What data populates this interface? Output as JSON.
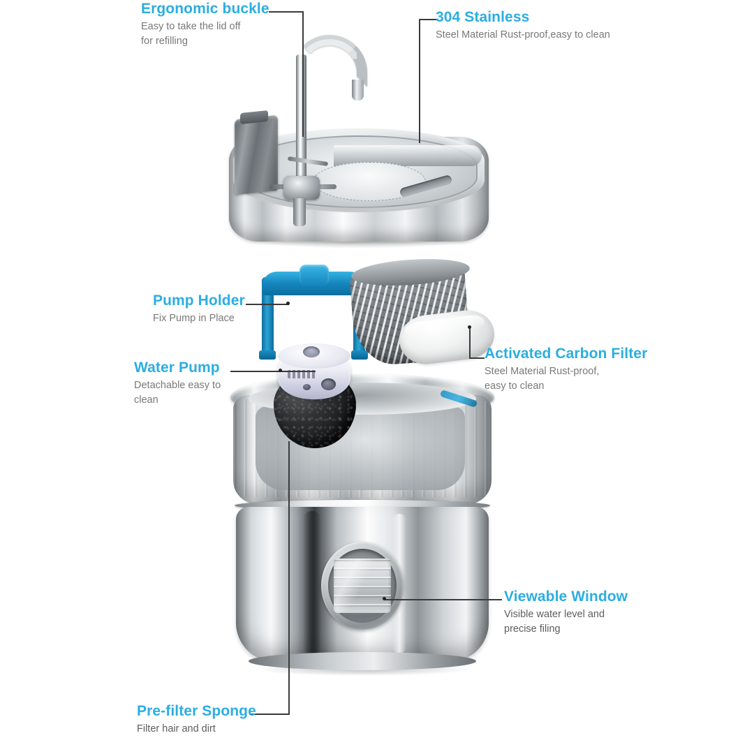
{
  "diagram": {
    "title": "Pet Water Fountain Exploded Component Diagram",
    "accent_color": "#2BAEE0",
    "description_color": "#6d6d6d",
    "background_color": "#ffffff",
    "leader_line_color": "#3a3a3a"
  },
  "callouts": [
    {
      "id": "ergonomic-buckle",
      "title": "Ergonomic buckle",
      "description": "Easy to take the lid off\nfor refilling",
      "desc_line1": "Easy to take the lid off",
      "desc_line2": "for refilling",
      "side": "left",
      "target": "lid-buckle"
    },
    {
      "id": "304-stainless",
      "title": "304 Stainless",
      "description": "Steel Material Rust-proof,easy to clean",
      "desc_line1": "Steel Material Rust-proof,easy to clean",
      "desc_line2": "",
      "side": "right",
      "target": "lid-rim"
    },
    {
      "id": "pump-holder",
      "title": "Pump Holder",
      "description": "Fix Pump in Place",
      "desc_line1": "Fix Pump in Place",
      "desc_line2": "",
      "side": "left",
      "target": "pump-holder-bracket"
    },
    {
      "id": "water-pump",
      "title": "Water Pump",
      "description": "Detachable easy to\nclean",
      "desc_line1": "Detachable easy to",
      "desc_line2": "clean",
      "side": "left",
      "target": "pump-unit"
    },
    {
      "id": "activated-carbon-filter",
      "title": "Activated Carbon Filter",
      "description": "Steel Material Rust-proof,\neasy to clean",
      "desc_line1": "Steel Material Rust-proof,",
      "desc_line2": "easy to clean",
      "side": "right",
      "target": "carbon-filter-pad"
    },
    {
      "id": "viewable-window",
      "title": "Viewable Window",
      "description": "Visible water level and\nprecise filing",
      "desc_line1": "Visible water level and",
      "desc_line2": "precise filing",
      "side": "right",
      "target": "tank-window"
    },
    {
      "id": "pre-filter-sponge",
      "title": "Pre-filter Sponge",
      "description": "Filter hair and dirt",
      "desc_line1": "Filter hair and dirt",
      "desc_line2": "",
      "side": "left",
      "target": "pump-sponge"
    }
  ],
  "product_parts": {
    "lid": "stainless-steel-lid-with-gooseneck-spout",
    "buckle": "ergonomic-buckle-latch",
    "spout": "curved-gooseneck-water-spout",
    "pump_holder": "blue-plastic-pump-holder-bracket",
    "filter_basket": "perforated-stainless-filter-basket",
    "carbon_filter": "white-activated-carbon-filter-pad",
    "pump": "detachable-white-water-pump",
    "sponge": "black-pre-filter-sponge",
    "tank": "stainless-steel-water-tank",
    "window": "circular-viewable-water-level-window"
  }
}
